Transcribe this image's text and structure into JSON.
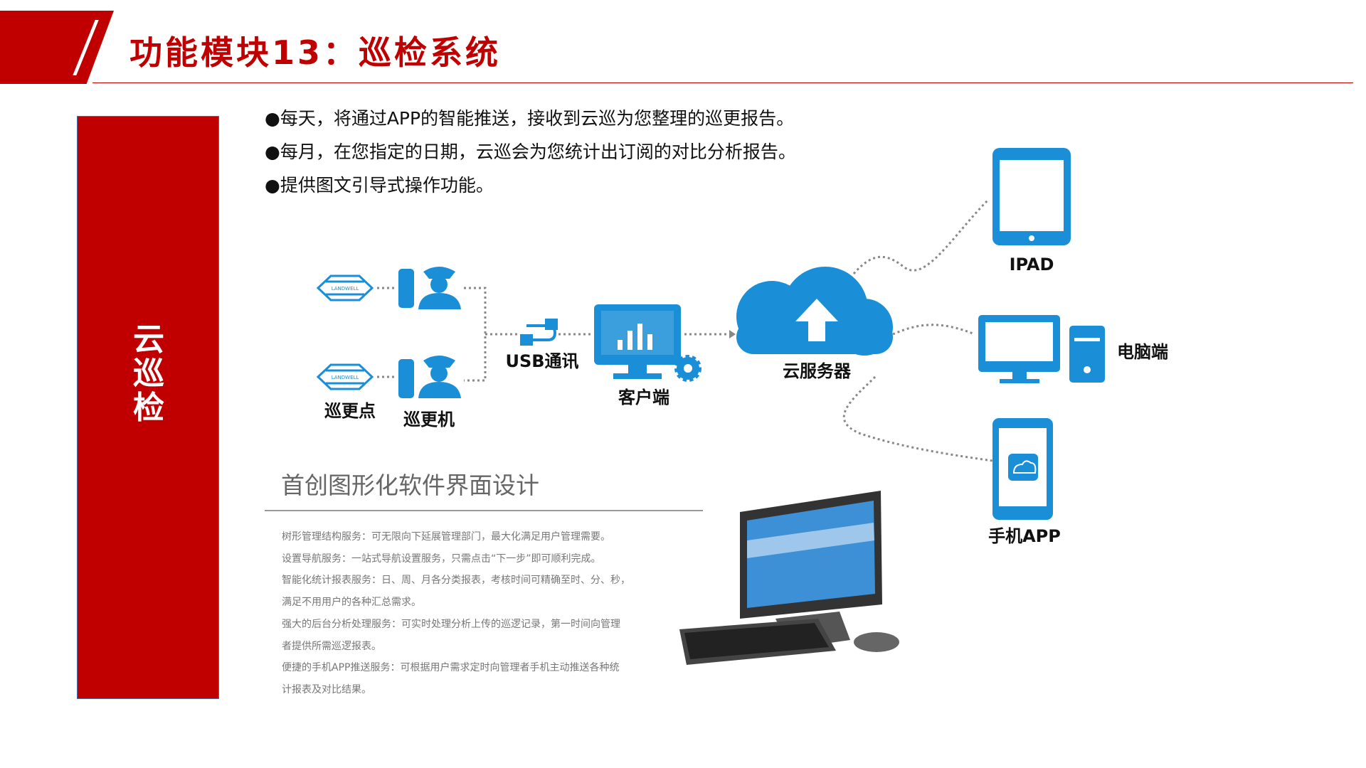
{
  "header": {
    "title": "功能模块13：巡检系统"
  },
  "side_panel": {
    "label": "云巡检"
  },
  "bullets": [
    "●每天，将通过APP的智能推送，接收到云巡为您整理的巡更报告。",
    "●每月，在您指定的日期，云巡会为您统计出订阅的对比分析报告。",
    "●提供图文引导式操作功能。"
  ],
  "diagram": {
    "patrol_point": "巡更点",
    "patrol_device": "巡更机",
    "usb": "USB通讯",
    "client": "客户端",
    "cloud": "云服务器",
    "ipad": "IPAD",
    "pc": "电脑端",
    "phone": "手机APP",
    "logo_text": "LANDWELL",
    "accent": "#1a8fd8"
  },
  "software": {
    "title": "首创图形化软件界面设计",
    "lines": [
      "树形管理结构服务：可无限向下延展管理部门，最大化满足用户管理需要。",
      "设置导航服务：一站式导航设置服务，只需点击“下一步”即可顺利完成。",
      "智能化统计报表服务：日、周、月各分类报表，考核时间可精确至时、分、秒，",
      "满足不用用户的各种汇总需求。",
      "强大的后台分析处理服务：可实时处理分析上传的巡逻记录，第一时间向管理",
      "者提供所需巡逻报表。",
      "便捷的手机APP推送服务：可根据用户需求定时向管理者手机主动推送各种统",
      "计报表及对比结果。"
    ]
  }
}
